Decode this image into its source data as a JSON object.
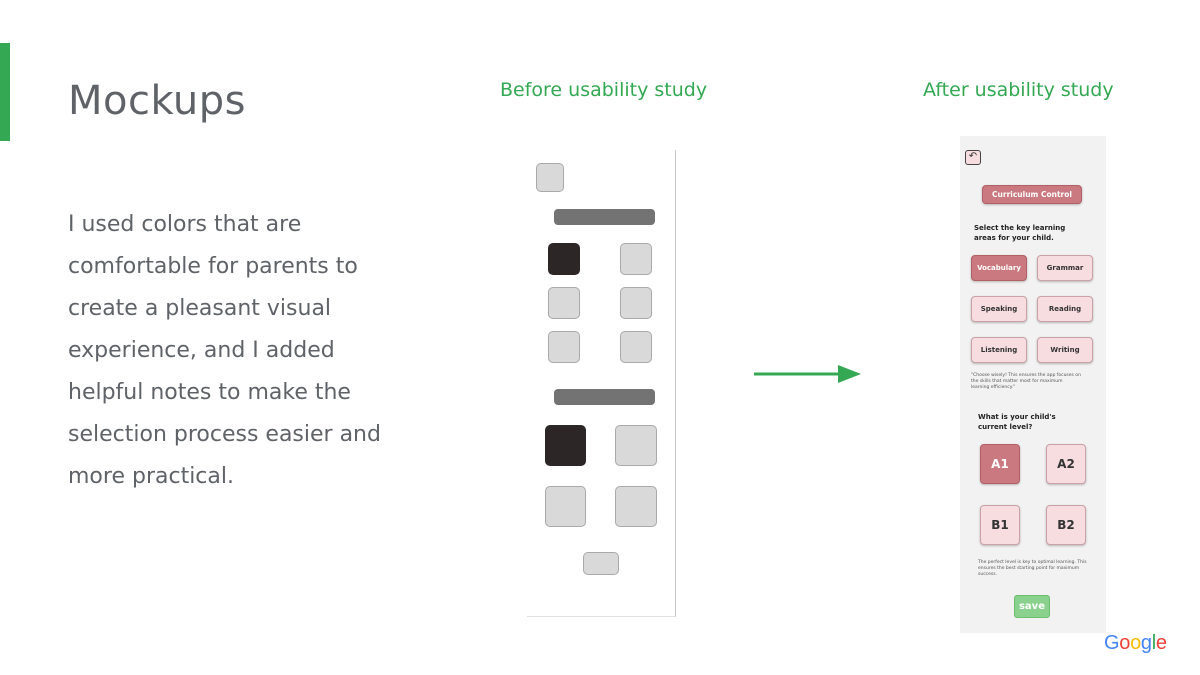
{
  "slide": {
    "title": "Mockups",
    "body": "I used colors that are comfortable for parents to create a pleasant visual experience, and I added helpful notes to make the selection process easier and more practical.",
    "caption_before": "Before usability study",
    "caption_after": "After usability study",
    "accent_color": "#34a853"
  },
  "mockup_after": {
    "back_icon": "undo-arrow-icon",
    "header_button": "Curriculum Control",
    "areas_prompt": "Select the key learning areas for your child.",
    "areas": [
      "Vocabulary",
      "Grammar",
      "Speaking",
      "Reading",
      "Listening",
      "Writing"
    ],
    "areas_selected": "Vocabulary",
    "areas_note": "\"Choose wisely! This ensures the app focuses on the skills that matter most for maximum learning efficiency.\"",
    "level_prompt": "What is your child's current level?",
    "levels": [
      "A1",
      "A2",
      "B1",
      "B2"
    ],
    "level_selected": "A1",
    "level_note": "The perfect level is key to optimal learning. This ensures the best starting point for maximum success.",
    "save_label": "save",
    "colors": {
      "selected": "#c9797f",
      "unselected": "#f7dde0",
      "save": "#8bd18e"
    }
  },
  "logo": {
    "letters": [
      "G",
      "o",
      "o",
      "g",
      "l",
      "e"
    ],
    "colors": [
      "#4285f4",
      "#ea4335",
      "#fbbc05",
      "#4285f4",
      "#34a853",
      "#ea4335"
    ]
  }
}
